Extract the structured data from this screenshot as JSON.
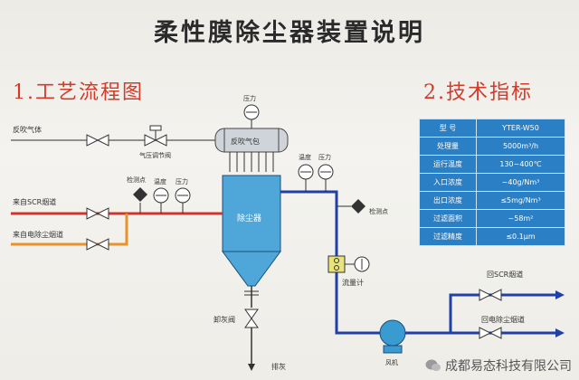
{
  "title": "柔性膜除尘器装置说明",
  "section1": "1.工艺流程图",
  "section2": "2.技术指标",
  "diagram": {
    "reverse_gas": "反吹气体",
    "pressure_valve": "气压调节阀",
    "pressure_top": "压力",
    "air_bag": "反吹气包",
    "temp_right": "温度",
    "pressure_right": "压力",
    "detect_left": "检测点",
    "temp_left": "温度",
    "pressure_left": "压力",
    "scr_inlet": "来自SCR烟道",
    "esp_inlet": "来自电除尘烟道",
    "collector": "除尘器",
    "detect_right": "检测点",
    "flowmeter": "流量计",
    "ash_valve": "卸灰阀",
    "ash_out": "排灰",
    "return_scr": "回SCR烟道",
    "return_esp": "回电除尘烟道",
    "fan": "风机"
  },
  "specs": [
    {
      "k": "型  号",
      "v": "YTER-W50"
    },
    {
      "k": "处理量",
      "v": "5000m³/h"
    },
    {
      "k": "运行温度",
      "v": "130~400℃"
    },
    {
      "k": "入口浓度",
      "v": "~40g/Nm³"
    },
    {
      "k": "出口浓度",
      "v": "≤5mg/Nm³"
    },
    {
      "k": "过滤面积",
      "v": "~58m²"
    },
    {
      "k": "过滤精度",
      "v": "≤0.1μm"
    }
  ],
  "footer": "成都易态科技有限公司",
  "colors": {
    "pipe_red": "#d0342c",
    "pipe_orange": "#e8922c",
    "pipe_blue": "#2040a8",
    "vessel": "#4fa6d8",
    "heading_red": "#d43a2a"
  }
}
